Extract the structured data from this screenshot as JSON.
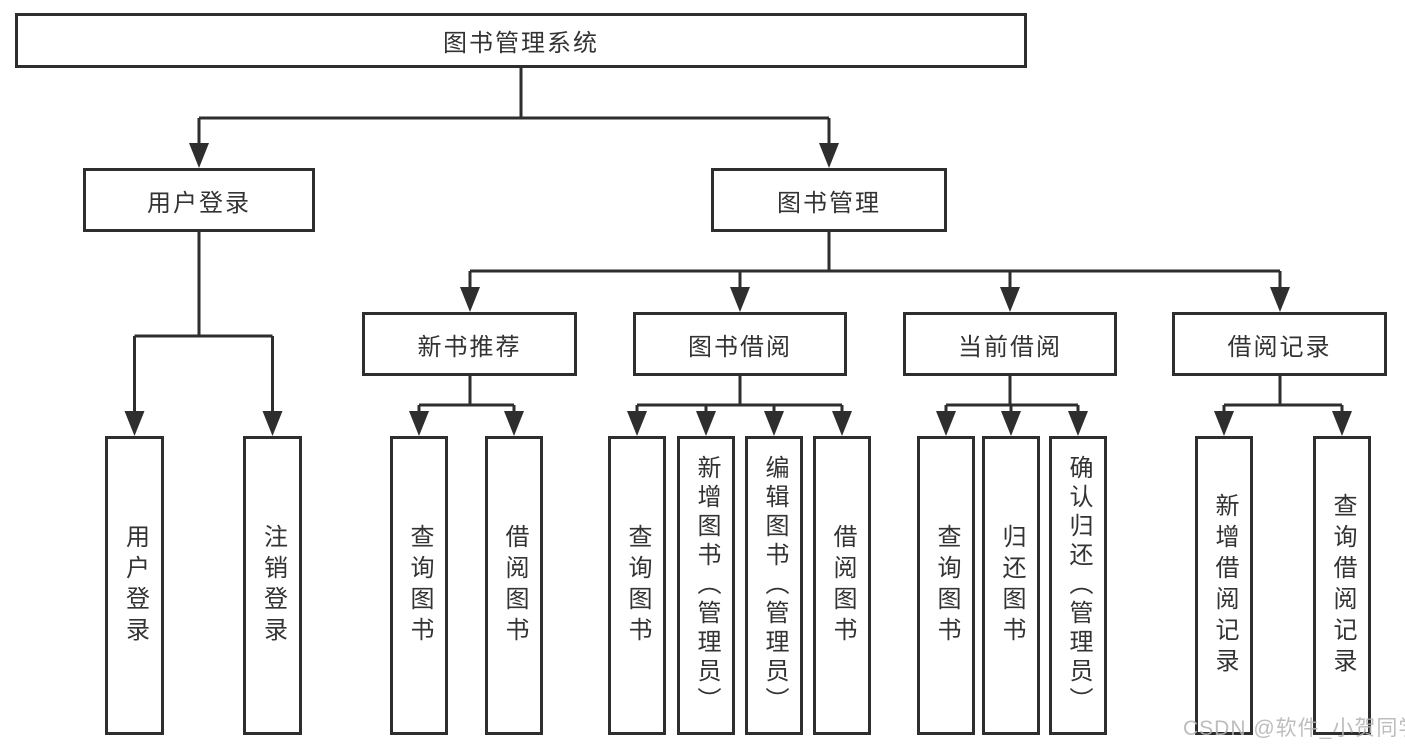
{
  "diagram_title": "图书管理系统",
  "watermark": "CSDN @软件_小贺同学",
  "colors": {
    "line": "#2e2e2e",
    "box_border": "#2e2e2e",
    "text": "#333333",
    "background": "#ffffff",
    "watermark": "#b5b5b5"
  },
  "tree": {
    "root": {
      "label": "图书管理系统"
    },
    "branches": [
      {
        "label": "用户登录",
        "children": [
          {
            "label": "用户登录"
          },
          {
            "label": "注销登录"
          }
        ]
      },
      {
        "label": "图书管理",
        "children": [
          {
            "label": "新书推荐",
            "children": [
              {
                "label": "查询图书"
              },
              {
                "label": "借阅图书"
              }
            ]
          },
          {
            "label": "图书借阅",
            "children": [
              {
                "label": "查询图书"
              },
              {
                "label": "新增图书（管理员）"
              },
              {
                "label": "编辑图书（管理员）"
              },
              {
                "label": "借阅图书"
              }
            ]
          },
          {
            "label": "当前借阅",
            "children": [
              {
                "label": "查询图书"
              },
              {
                "label": "归还图书"
              },
              {
                "label": "确认归还（管理员）"
              }
            ]
          },
          {
            "label": "借阅记录",
            "children": [
              {
                "label": "新增借阅记录"
              },
              {
                "label": "查询借阅记录"
              }
            ]
          }
        ]
      }
    ]
  }
}
